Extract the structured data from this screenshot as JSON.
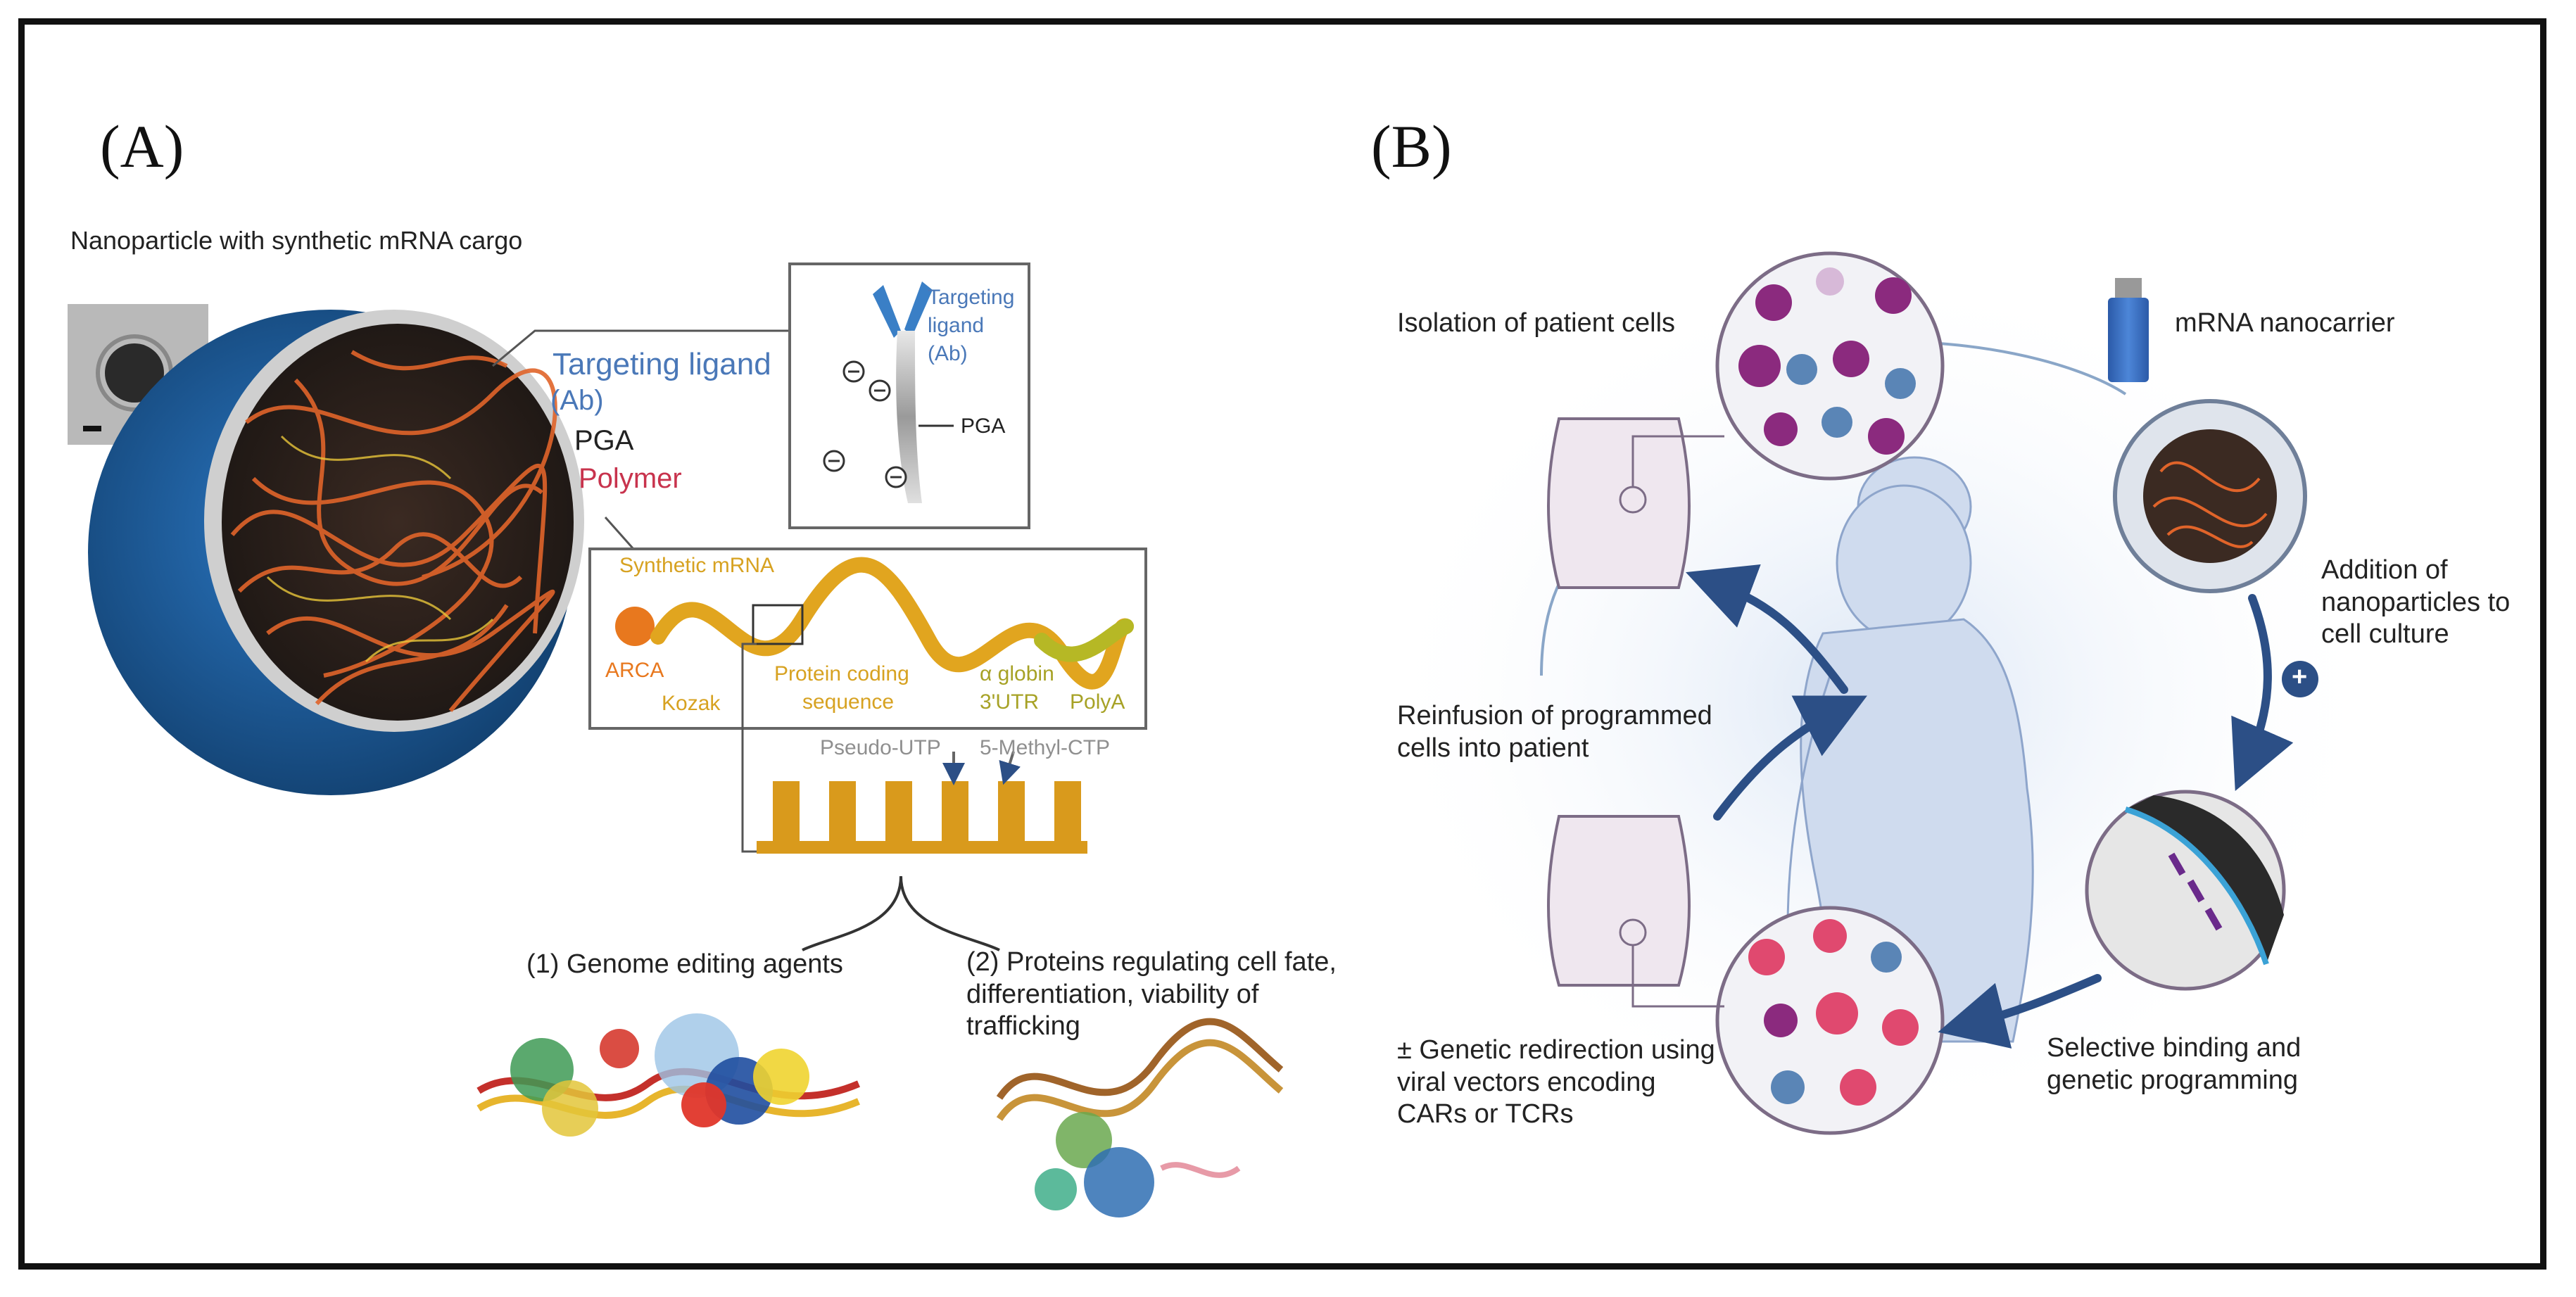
{
  "panel_a": {
    "letter": "(A)",
    "heading": "Nanoparticle with synthetic mRNA cargo",
    "targeting_ligand": "Targeting ligand",
    "ab": "(Ab)",
    "pga": "PGA",
    "polymer": "Polymer",
    "inset": {
      "targeting": "Targeting",
      "ligand": "ligand",
      "ab": "(Ab)",
      "pga": "PGA"
    },
    "mrna": {
      "synthetic_mrna": "Synthetic mRNA",
      "arca": "ARCA",
      "kozak": "Kozak",
      "protein_coding_1": "Protein coding",
      "protein_coding_2": "sequence",
      "alpha_globin": "α globin",
      "utr": "3'UTR",
      "polya": "PolyA",
      "pseudo_utp": "Pseudo-UTP",
      "methyl_ctp": "5-Methyl-CTP"
    },
    "outcome_1": "(1) Genome editing agents",
    "outcome_2": "(2) Proteins regulating  cell fate, differentiation, viability of trafficking"
  },
  "panel_b": {
    "letter": "(B)",
    "isolation": "Isolation of patient cells",
    "nanocarrier": "mRNA nanocarrier",
    "addition": "Addition of nanoparticles to cell culture",
    "plus": "+",
    "selective": "Selective binding and genetic programming",
    "reinfusion": "Reinfusion of programmed cells into patient",
    "genetic": "± Genetic redirection using viral vectors encoding CARs or TCRs"
  },
  "colors": {
    "nanoparticle_shell": "#1f5f9e",
    "mrna_strands": "#e0642a",
    "mrna_ribbon": "#e1a51f",
    "arrow_blue": "#2c4f86",
    "cell_purple": "#8b2a7e",
    "cell_pink": "#e0496f"
  }
}
